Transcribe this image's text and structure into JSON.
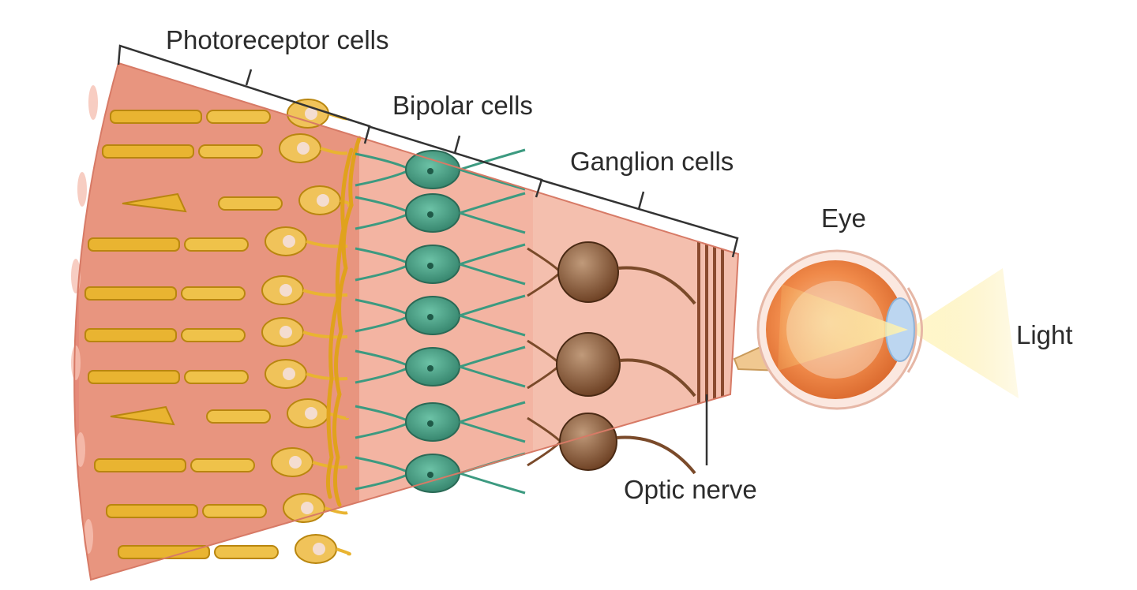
{
  "labels": {
    "photoreceptor": "Photoreceptor cells",
    "bipolar": "Bipolar cells",
    "ganglion": "Ganglion cells",
    "eye": "Eye",
    "light": "Light",
    "optic_nerve": "Optic nerve"
  },
  "colors": {
    "tissue": "#e8927f",
    "tissue_light": "#f3b7a4",
    "outer_edge": "#ed9c8c",
    "photoreceptor": "#e9b431",
    "photoreceptor_dark": "#b9860f",
    "bipolar": "#3c9a80",
    "ganglion": "#7a4a2a",
    "eye_iris": "#e97a3a",
    "light_beam": "#fde68a",
    "bracket": "#333333"
  }
}
